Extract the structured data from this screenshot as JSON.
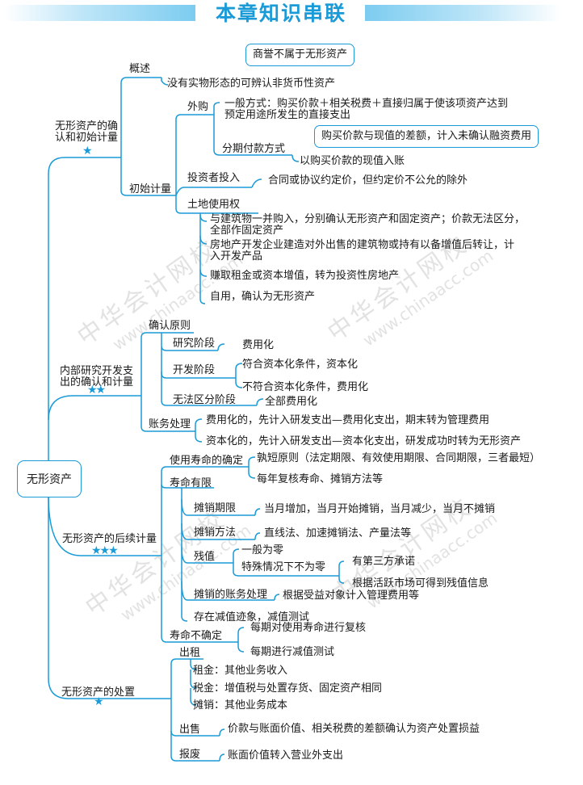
{
  "title": "本章知识串联",
  "colors": {
    "accent": "#1a9bd8",
    "banner_light": "#bfe6f8",
    "text": "#1a1a1a"
  },
  "watermark": {
    "cn": "中华会计网校",
    "url": "www.chinaacc.com"
  },
  "root": "无形资产",
  "branches": {
    "recognition": {
      "label": "无形资产的确认和初始计量",
      "label_line1": "无形资产的确",
      "label_line2": "认和初始计量",
      "stars": "★",
      "overview": {
        "label": "概述",
        "definition": "没有实物形态的可辨认非货币性资产",
        "bubble": "商誉不属于无形资产"
      },
      "initial": {
        "label": "初始计量",
        "purchase": {
          "label": "外购",
          "general_line1": "一般方式：购买价款＋相关税费＋直接归属于使该项资产达到",
          "general_line2": "预定用途所发生的直接支出",
          "installment_label": "分期付款方式",
          "installment_value": "以购买价款的现值入账",
          "bubble": "购买价款与现值的差额，计入未确认融资费用"
        },
        "investor": {
          "label": "投资者投入",
          "value": "合同或协议约定价，但约定价不公允的除外"
        },
        "land": {
          "label": "土地使用权",
          "items": [
            {
              "line1": "与建筑物一并购入，分别确认无形资产和固定资产；价款无法区分，",
              "line2": "全部作固定资产"
            },
            {
              "line1": "房地产开发企业建造对外出售的建筑物或持有以备增值后转让，计",
              "line2": "入开发产品"
            },
            {
              "line1": "赚取租金或资本增值，转为投资性房地产",
              "line2": ""
            },
            {
              "line1": "自用，确认为无形资产",
              "line2": ""
            }
          ]
        }
      }
    },
    "rnd": {
      "label_line1": "内部研究开发支",
      "label_line2": "出的确认和计量",
      "stars": "★★",
      "principle": {
        "label": "确认原则",
        "research": {
          "label": "研究阶段",
          "value": "费用化"
        },
        "development": {
          "label": "开发阶段",
          "values": [
            "符合资本化条件，资本化",
            "不符合资本化条件，费用化"
          ]
        },
        "indistinguishable": {
          "label": "无法区分阶段",
          "value": "全部费用化"
        }
      },
      "accounting": {
        "label": "账务处理",
        "values": [
          "费用化的，先计入研发支出—费用化支出，期末转为管理费用",
          "资本化的，先计入研发支出—资本化支出，研发成功时转为无形资产"
        ]
      }
    },
    "subsequent": {
      "label": "无形资产的后续计量",
      "stars": "★★★",
      "useful_life": {
        "label": "使用寿命的确定",
        "values": [
          "孰短原则（法定期限、有效使用期限、合同期限，三者最短）",
          "每年复核寿命、摊销方法等"
        ]
      },
      "finite": {
        "label": "寿命有限",
        "period": {
          "label": "摊销期限",
          "value": "当月增加，当月开始摊销，当月减少，当月不摊销"
        },
        "method": {
          "label": "摊销方法",
          "value": "直线法、加速摊销法、产量法等"
        },
        "residual": {
          "label": "残值",
          "general": "一般为零",
          "special": "特殊情况下不为零",
          "special_items": [
            "有第三方承诺",
            "根据活跃市场可得到残值信息"
          ]
        },
        "entry": {
          "label": "摊销的账务处理",
          "value": "根据受益对象计入管理费用等"
        },
        "impairment": "存在减值迹象，减值测试"
      },
      "indefinite": {
        "label": "寿命不确定",
        "values": [
          "每期对使用寿命进行复核",
          "每期进行减值测试"
        ]
      }
    },
    "disposal": {
      "label": "无形资产的处置",
      "stars": "★",
      "lease": {
        "label": "出租",
        "items": [
          "租金：其他业务收入",
          "税金：增值税与处置存货、固定资产相同",
          "摊销：其他业务成本"
        ]
      },
      "sale": {
        "label": "出售",
        "value": "价款与账面价值、相关税费的差额确认为资产处置损益"
      },
      "scrap": {
        "label": "报废",
        "value": "账面价值转入营业外支出"
      }
    }
  }
}
